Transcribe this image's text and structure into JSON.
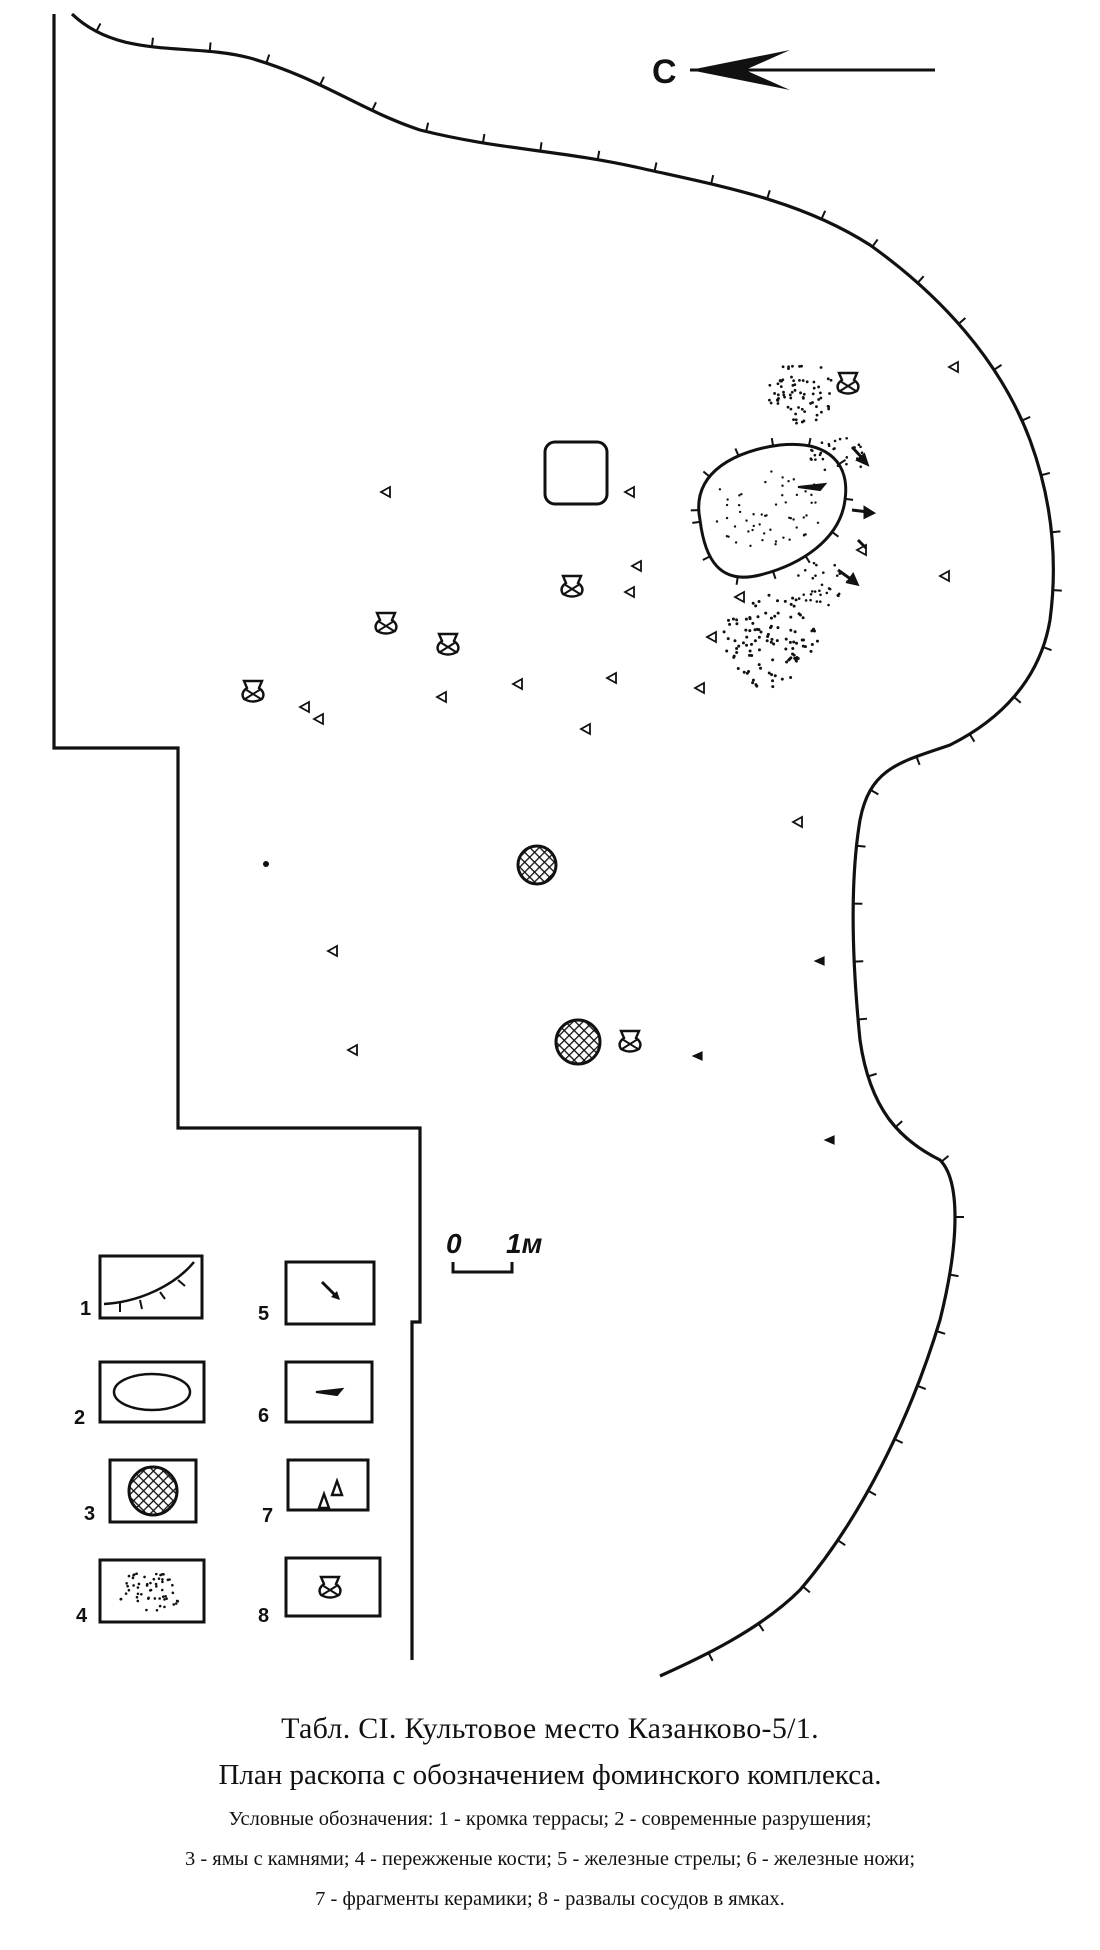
{
  "north_label": "С",
  "scale_bar": {
    "start": "0",
    "end": "1м"
  },
  "legend": [
    {
      "num": "1",
      "symbol": "terrace-edge"
    },
    {
      "num": "2",
      "symbol": "modern-destruction"
    },
    {
      "num": "3",
      "symbol": "stone-pit"
    },
    {
      "num": "4",
      "symbol": "burnt-bones"
    },
    {
      "num": "5",
      "symbol": "iron-arrow"
    },
    {
      "num": "6",
      "symbol": "iron-knife"
    },
    {
      "num": "7",
      "symbol": "ceramic-fragment"
    },
    {
      "num": "8",
      "symbol": "vessel-in-pit"
    }
  ],
  "caption": {
    "title": "Табл. CI. Культовое место Казанково-5/1.",
    "subtitle": "План раскопа с обозначением фоминского комплекса.",
    "legend_lines": [
      "Условные обозначения: 1 - кромка террасы; 2 - современные разрушения;",
      "3 - ямы с камнями; 4 - пережженые кости; 5 - железные стрелы; 6 - железные ножи;",
      "7 - фрагменты керамики; 8 - развалы сосудов в ямках."
    ]
  },
  "colors": {
    "ink": "#111111",
    "paper": "#ffffff"
  }
}
